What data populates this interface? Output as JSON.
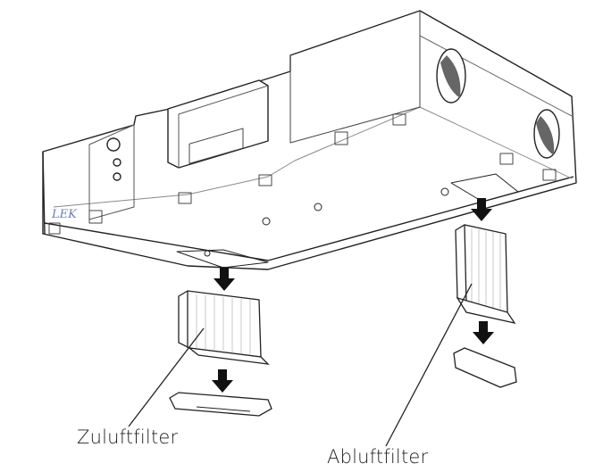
{
  "labels": {
    "supply_filter": "Zuluftfilter",
    "exhaust_filter": "Abluftfilter"
  },
  "logo_text": "LEK",
  "colors": {
    "line": "#222222",
    "shade": "#666666"
  }
}
